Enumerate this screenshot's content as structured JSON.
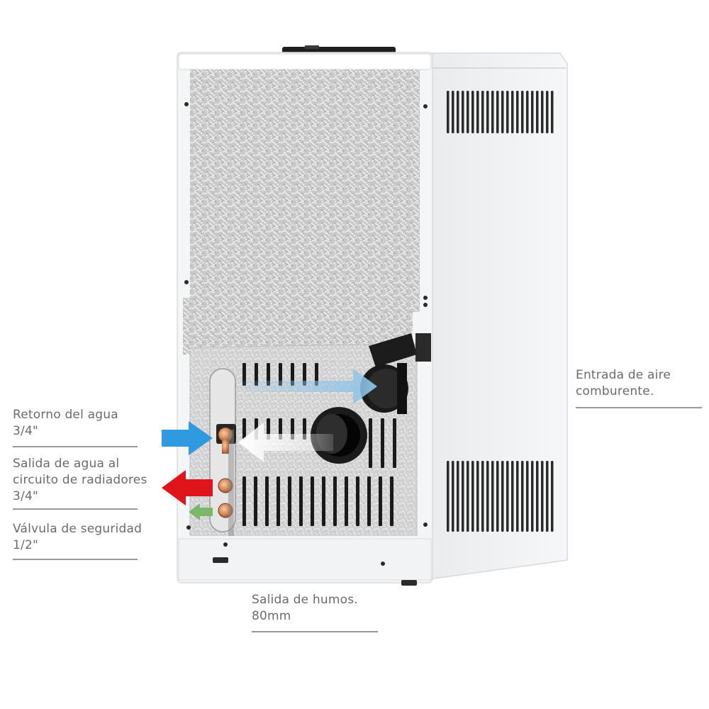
{
  "labels": {
    "retorno": {
      "line1": "Retorno del agua",
      "line2": "3/4\""
    },
    "salida_agua": {
      "line1": "Salida de agua al",
      "line2": "circuito de radiadores",
      "line3": "3/4\""
    },
    "valvula": {
      "line1": "Válvula de seguridad",
      "line2": "1/2\""
    },
    "entrada_aire": {
      "line1": "Entrada de aire",
      "line2": "comburente."
    },
    "salida_humos": {
      "line1": "Salida de humos.",
      "line2": "80mm"
    }
  },
  "colors": {
    "arrow_return": "#2f9ae0",
    "arrow_outlet": "#e0141b",
    "arrow_valve": "#7cb86a",
    "arrow_air": "#8ec4e8",
    "arrow_smoke": "#ffffff",
    "label_text": "#6b6b6b"
  }
}
